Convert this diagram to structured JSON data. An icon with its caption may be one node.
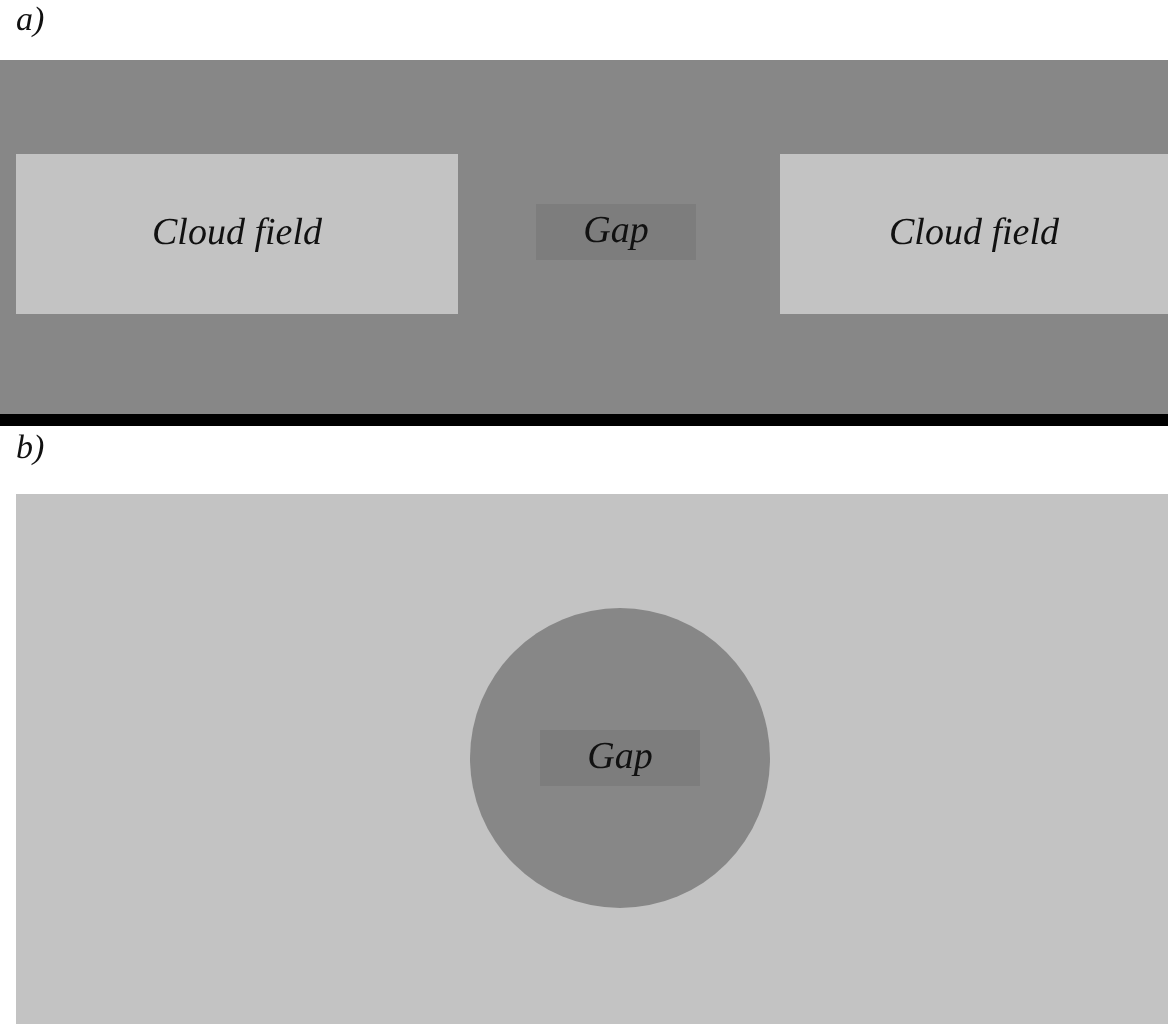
{
  "diagram": {
    "nodes": [
      {
        "text": [
          "a)"
        ]
      },
      {
        "text": [
          "Cloud field"
        ],
        "in": 0
      },
      {
        "text": [
          "Gap"
        ],
        "in": 0
      },
      {
        "text": [
          "Cloud field"
        ],
        "in": 0
      },
      {
        "text": [
          "b)"
        ]
      },
      {
        "text": [
          "Gap"
        ],
        "in": 4
      }
    ],
    "edges": []
  }
}
